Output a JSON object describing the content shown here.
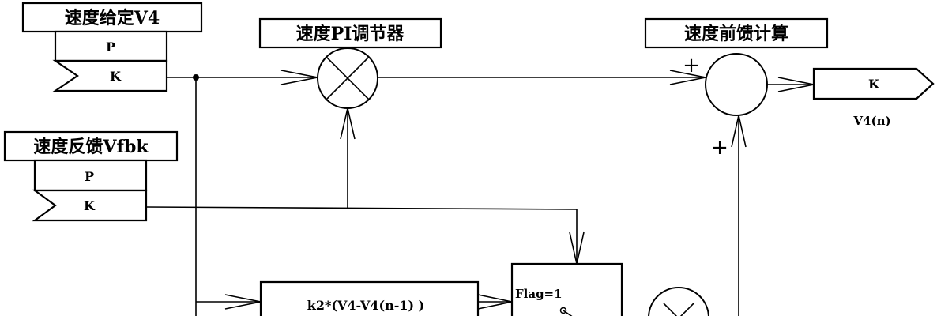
{
  "blocks": {
    "speed_ref": {
      "title": "速度给定V4",
      "port_p": "P",
      "port_k": "K"
    },
    "speed_fbk": {
      "title": "速度反馈Vfbk",
      "port_p": "P",
      "port_k": "K"
    },
    "pi_regulator": {
      "title": "速度PI调节器"
    },
    "feedforward": {
      "title": "速度前馈计算"
    },
    "output": {
      "port_k": "K",
      "label": "V4(n)"
    },
    "k2_block": {
      "formula": "k2*(V4-V4(n-1) )"
    },
    "switch_block": {
      "label": "Flag=1"
    }
  },
  "signs": {
    "sum_top_plus": "+",
    "sum_bottom_plus": "+"
  }
}
